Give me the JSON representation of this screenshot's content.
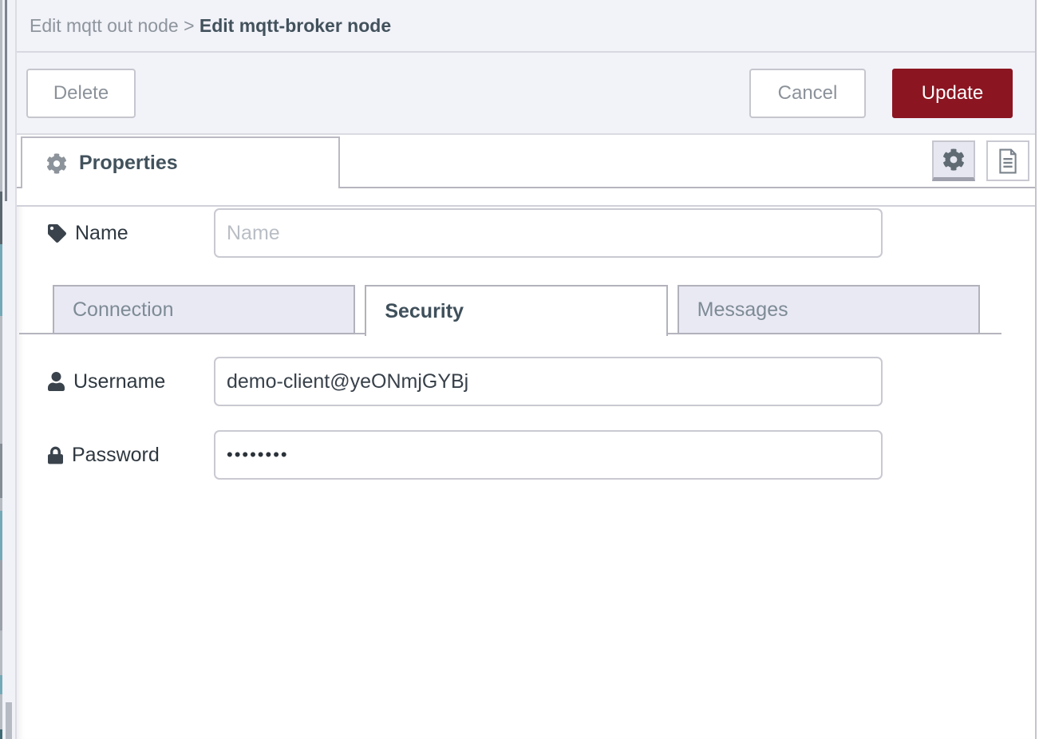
{
  "breadcrumb": {
    "parent": "Edit mqtt out node",
    "separator": " > ",
    "current": "Edit mqtt-broker node"
  },
  "toolbar": {
    "delete_label": "Delete",
    "cancel_label": "Cancel",
    "update_label": "Update"
  },
  "tabs": {
    "properties_label": "Properties",
    "icon_buttons": [
      "gear-icon",
      "doc-icon"
    ]
  },
  "form": {
    "name": {
      "label": "Name",
      "value": "",
      "placeholder": "Name"
    },
    "subtabs": [
      {
        "label": "Connection",
        "active": false
      },
      {
        "label": "Security",
        "active": true
      },
      {
        "label": "Messages",
        "active": false
      }
    ],
    "username": {
      "label": "Username",
      "value": "demo-client@yeONmjGYBj"
    },
    "password": {
      "label": "Password",
      "value": "••••••••"
    }
  },
  "colors": {
    "accent_red": "#8b1521",
    "header_bg": "#f2f2f9",
    "inactive_tab_bg": "#e9e9f4",
    "border_grey": "#b5b5be",
    "teal_fragment": "#74aab7"
  }
}
